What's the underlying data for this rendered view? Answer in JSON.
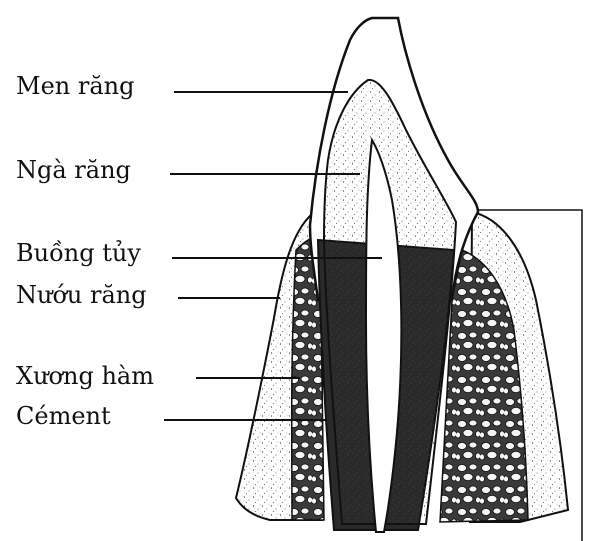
{
  "labels": {
    "enamel": "Men răng",
    "dentin": "Ngà răng",
    "pulp": "Buồng tủy",
    "gum": "Nướu răng",
    "bone": "Xương hàm",
    "cementum": "Cément"
  },
  "colors": {
    "ink": "#111111",
    "background": "#ffffff"
  }
}
